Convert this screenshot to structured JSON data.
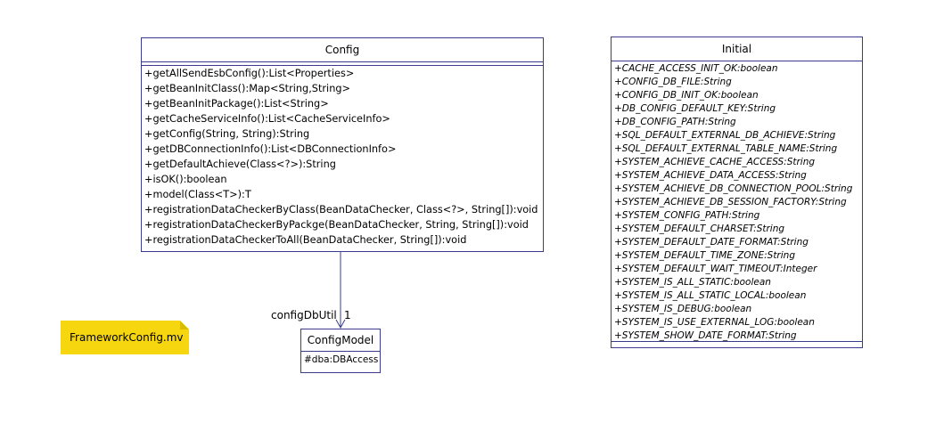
{
  "config": {
    "name": "Config",
    "methods": [
      "+getAllSendEsbConfig():List<Properties>",
      "+getBeanInitClass():Map<String,String>",
      "+getBeanInitPackage():List<String>",
      "+getCacheServiceInfo():List<CacheServiceInfo>",
      "+getConfig(String, String):String",
      "+getDBConnectionInfo():List<DBConnectionInfo>",
      "+getDefaultAchieve(Class<?>):String",
      "+isOK():boolean",
      "+model(Class<T>):T",
      "+registrationDataCheckerByClass(BeanDataChecker, Class<?>, String[]):void",
      "+registrationDataCheckerByPackge(BeanDataChecker, String, String[]):void",
      "+registrationDataCheckerToAll(BeanDataChecker, String[]):void"
    ]
  },
  "initial": {
    "name": "Initial",
    "attributes": [
      "+CACHE_ACCESS_INIT_OK:boolean",
      "+CONFIG_DB_FILE:String",
      "+CONFIG_DB_INIT_OK:boolean",
      "+DB_CONFIG_DEFAULT_KEY:String",
      "+DB_CONFIG_PATH:String",
      "+SQL_DEFAULT_EXTERNAL_DB_ACHIEVE:String",
      "+SQL_DEFAULT_EXTERNAL_TABLE_NAME:String",
      "+SYSTEM_ACHIEVE_CACHE_ACCESS:String",
      "+SYSTEM_ACHIEVE_DATA_ACCESS:String",
      "+SYSTEM_ACHIEVE_DB_CONNECTION_POOL:String",
      "+SYSTEM_ACHIEVE_DB_SESSION_FACTORY:String",
      "+SYSTEM_CONFIG_PATH:String",
      "+SYSTEM_DEFAULT_CHARSET:String",
      "+SYSTEM_DEFAULT_DATE_FORMAT:String",
      "+SYSTEM_DEFAULT_TIME_ZONE:String",
      "+SYSTEM_DEFAULT_WAIT_TIMEOUT:Integer",
      "+SYSTEM_IS_ALL_STATIC:boolean",
      "+SYSTEM_IS_ALL_STATIC_LOCAL:boolean",
      "+SYSTEM_IS_DEBUG:boolean",
      "+SYSTEM_IS_USE_EXTERNAL_LOG:boolean",
      "+SYSTEM_SHOW_DATE_FORMAT:String"
    ]
  },
  "config_model": {
    "name": "ConfigModel",
    "attributes": [
      "#dba:DBAccess"
    ]
  },
  "association": {
    "role": "configDbUtil",
    "multiplicity": "1"
  },
  "note": {
    "text": "FrameworkConfig.mv"
  },
  "colors": {
    "border": "#3b3b8e",
    "note": "#f5d60f"
  }
}
